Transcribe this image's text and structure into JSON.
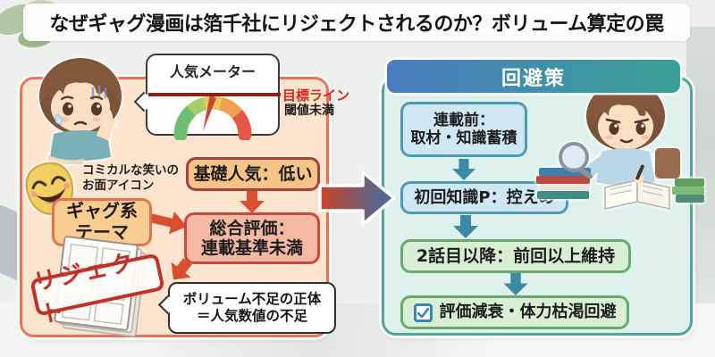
{
  "title": "なぜギャグ漫画は箔千社にリジェクトされるのか？ボリューム算定の罠",
  "left_panel": {
    "meter_bubble": {
      "title": "人気メーター"
    },
    "target_line_label": "目標ライン",
    "threshold_label": "閾値未満",
    "mask_caption": {
      "line1": "コミカルな笑いの",
      "line2": "お面アイコン"
    },
    "theme_box": {
      "line1": "ギャグ系",
      "line2": "テーマ"
    },
    "base_popularity_label": "基礎人気：低い",
    "overall_eval": {
      "line1": "総合評価：",
      "line2": "連載基準未満"
    },
    "reject_stamp": "リジェクト",
    "volume_bubble": {
      "line1": "ボリューム不足の正体",
      "line2": "＝人気数値の不足"
    }
  },
  "right_panel": {
    "header": "回避策",
    "steps": [
      {
        "line1": "連載前：",
        "line2": "取材・知識蓄積"
      },
      {
        "line1": "初回知識P：控えめ"
      },
      {
        "line1": "2話目以降：前回以上維持"
      },
      {
        "line1": "評価減衰・体力枯渇回避"
      }
    ]
  },
  "colors": {
    "left_panel_bg": "#fce4cf",
    "left_panel_border": "#e4755c",
    "right_panel_bg": "#dff1ec",
    "right_panel_border": "#4fa69a",
    "header_gradient_start": "#4a7cc0",
    "header_gradient_end": "#3aa193",
    "alert_red": "#d92718",
    "flow_red": "#d85030",
    "flow_teal": "#3a89a6",
    "stamp_red": "#c23127",
    "gauge_green": "#6fbf73",
    "gauge_yellow": "#e8c95c",
    "gauge_orange": "#f0a051",
    "gauge_red": "#e25948"
  }
}
